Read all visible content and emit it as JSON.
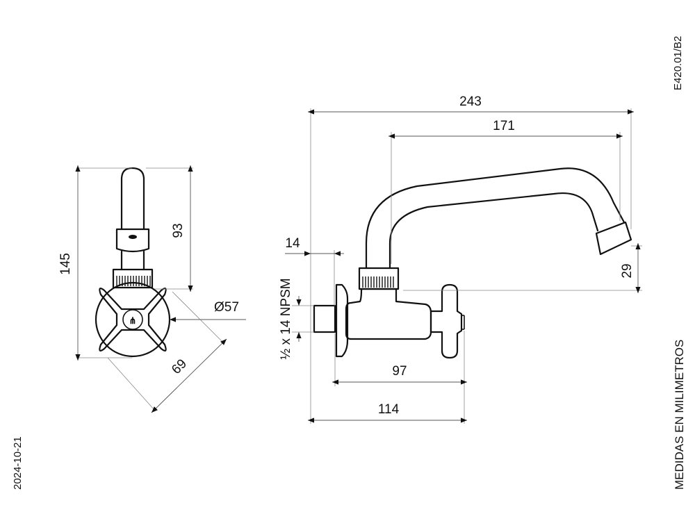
{
  "drawing_code": "E420.01/B2",
  "date": "2024-10-21",
  "units_note": "MEDIDAS EN MILIMETROS",
  "thread_spec": "½ x 14 NPSM",
  "front_view": {
    "height_total": "145",
    "spout_height": "93",
    "handle_diameter": "Ø57",
    "handle_diagonal": "69"
  },
  "side_view": {
    "overall_length": "243",
    "spout_reach": "171",
    "outlet_height": "29",
    "flange_thickness": "14",
    "body_to_handle": "97",
    "wall_to_handle": "114"
  }
}
